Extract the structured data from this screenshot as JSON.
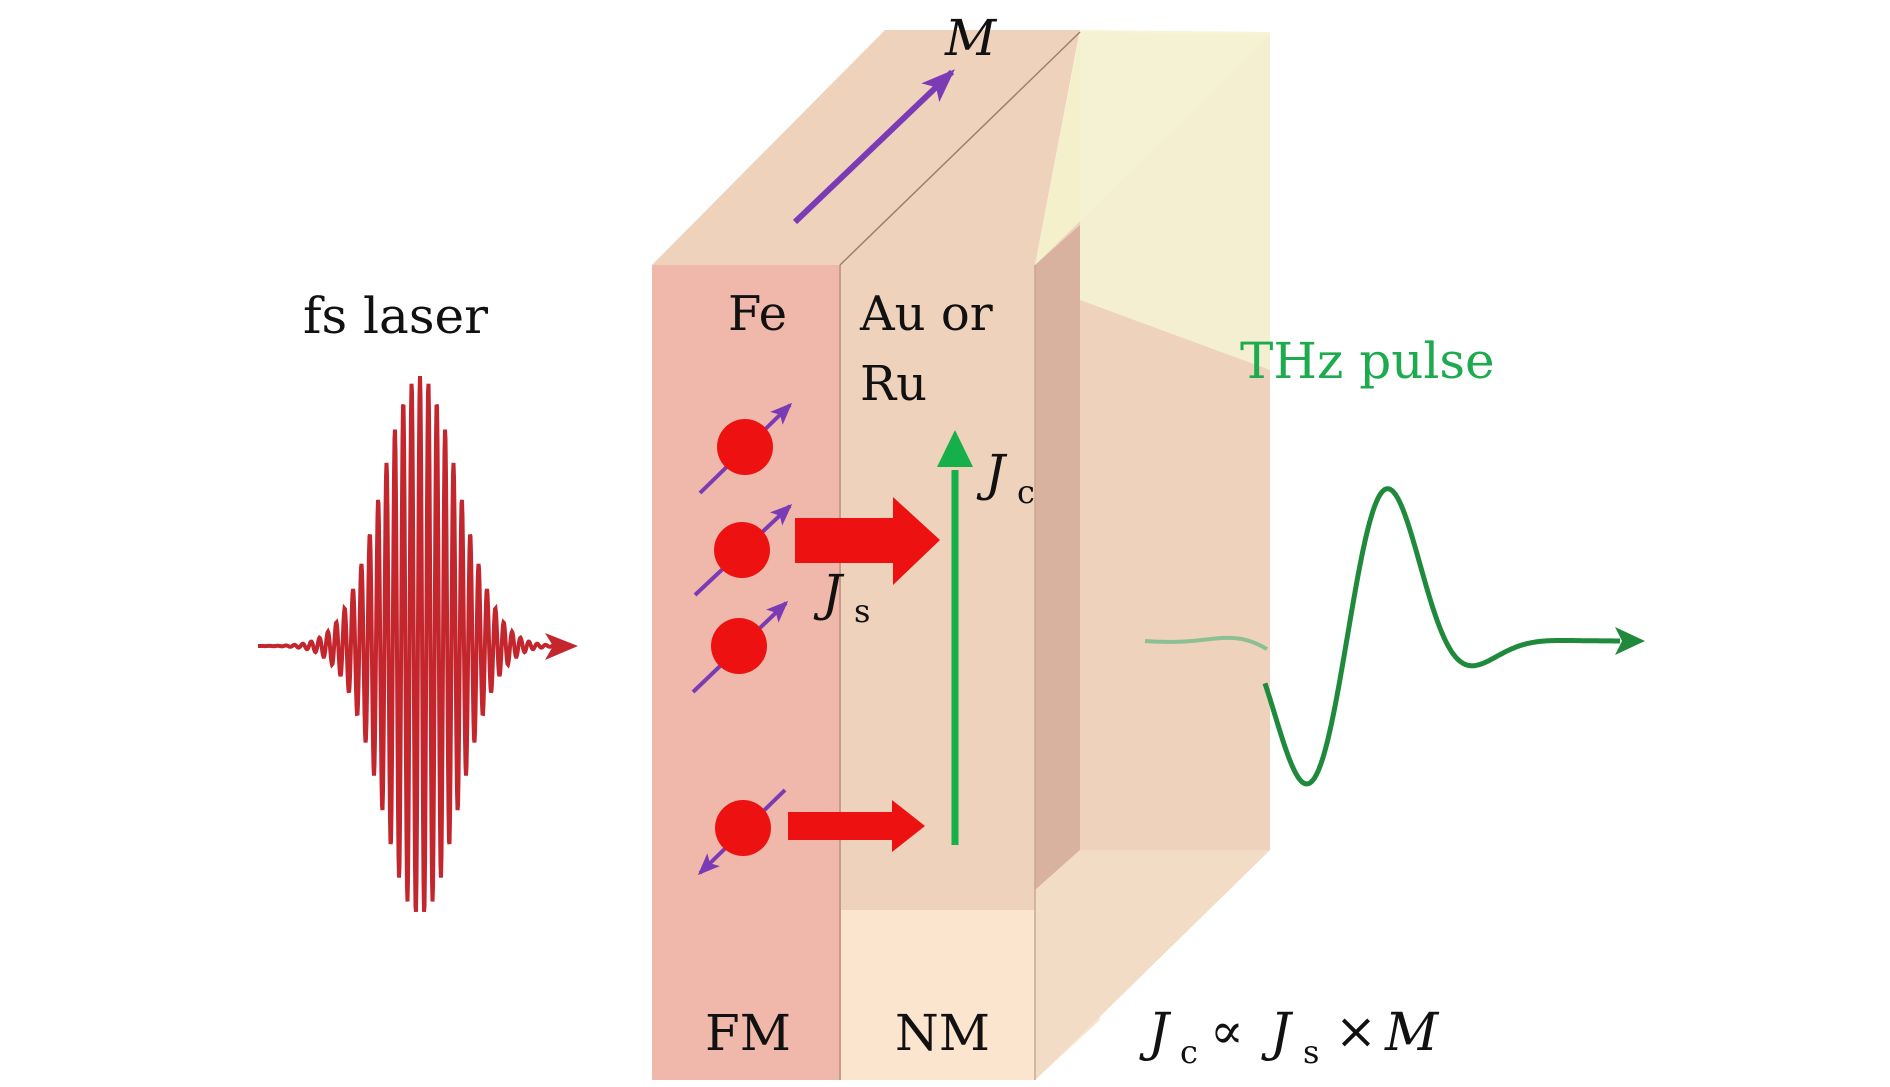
{
  "labels": {
    "laser": "fs laser",
    "fe": "Fe",
    "nm_material_line1": "Au or",
    "nm_material_line2": "Ru",
    "fm": "FM",
    "nm": "NM",
    "thz": "THz pulse",
    "magnetization": "M",
    "charge_current": "J",
    "charge_current_sub": "c",
    "spin_current": "J",
    "spin_current_sub": "s",
    "eq_j1": "J",
    "eq_j1_sub": "c",
    "eq_prop": "∝",
    "eq_j2": "J",
    "eq_j2_sub": "s",
    "eq_times": "×",
    "eq_m": "M"
  },
  "colors": {
    "fm_layer": "#efb8ab",
    "nm_layer": "#efd2bc",
    "nm_bottom": "#fbe5cf",
    "laser": "#c4262e",
    "thz": "#1f8a3c",
    "thz_label": "#1eaa4e",
    "spin_arrow": "#7b3bb5",
    "electron": "#ee1111",
    "current_arrow": "#ee1111",
    "jc_arrow": "#16b04a"
  },
  "icons": {
    "electron": "red-sphere",
    "spin": "diagonal-arrow",
    "pulse": "sine-wave"
  }
}
